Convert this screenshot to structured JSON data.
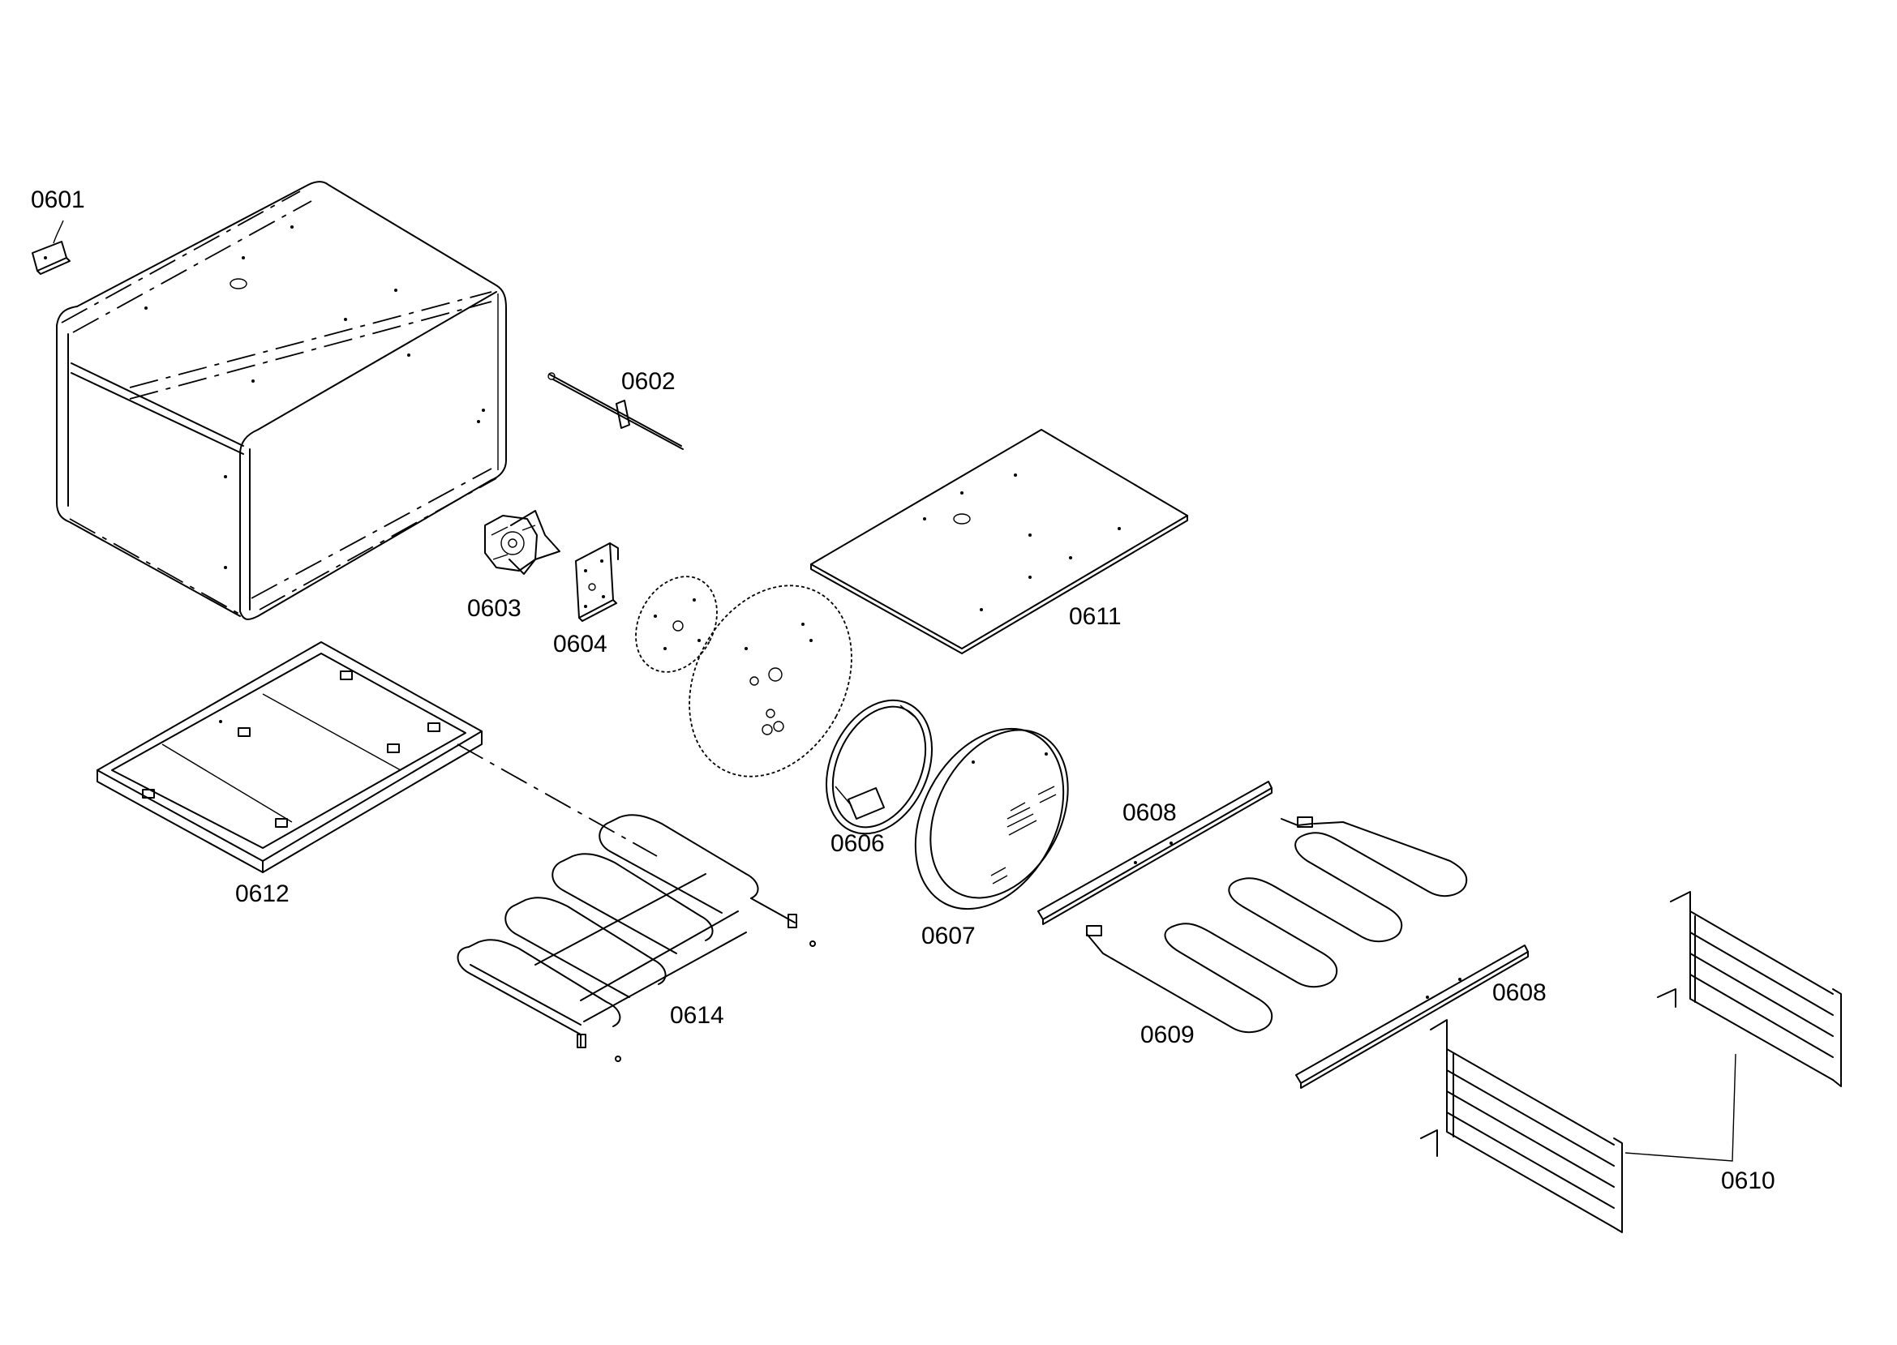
{
  "diagram": {
    "parts": [
      {
        "id": "0601"
      },
      {
        "id": "0602"
      },
      {
        "id": "0603"
      },
      {
        "id": "0604"
      },
      {
        "id": "0606"
      },
      {
        "id": "0607"
      },
      {
        "id": "0608"
      },
      {
        "id": "0608"
      },
      {
        "id": "0609"
      },
      {
        "id": "0610"
      },
      {
        "id": "0611"
      },
      {
        "id": "0612"
      },
      {
        "id": "0614"
      }
    ]
  }
}
